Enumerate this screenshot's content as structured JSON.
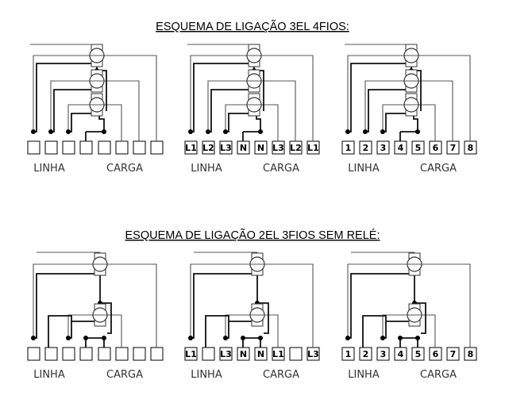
{
  "sections": [
    {
      "title": "ESQUEMA DE LIGAÇÃO 3EL 4FIOS:",
      "diagrams": [
        {
          "labels": [
            "LINHA",
            "CARGA"
          ],
          "terminals": [
            "",
            "",
            "",
            "",
            "",
            "",
            "",
            ""
          ]
        },
        {
          "labels": [
            "LINHA",
            "CARGA"
          ],
          "terminals": [
            "L1",
            "L2",
            "L3",
            "N",
            "N",
            "L3",
            "L2",
            "L1"
          ]
        },
        {
          "labels": [
            "LINHA",
            "CARGA"
          ],
          "terminals": [
            "1",
            "2",
            "3",
            "4",
            "5",
            "6",
            "7",
            "8"
          ]
        }
      ]
    },
    {
      "title": "ESQUEMA DE LIGAÇÃO 2EL 3FIOS SEM RELÉ:",
      "diagrams": [
        {
          "labels": [
            "LINHA",
            "CARGA"
          ],
          "terminals": [
            "",
            "",
            "",
            "",
            "",
            "",
            "",
            ""
          ]
        },
        {
          "labels": [
            "LINHA",
            "CARGA"
          ],
          "terminals": [
            "L1",
            "",
            "L3",
            "N",
            "N",
            "L1",
            "",
            "L3"
          ]
        },
        {
          "labels": [
            "LINHA",
            "CARGA"
          ],
          "terminals": [
            "1",
            "2",
            "3",
            "4",
            "5",
            "6",
            "7",
            "8"
          ]
        }
      ]
    }
  ]
}
